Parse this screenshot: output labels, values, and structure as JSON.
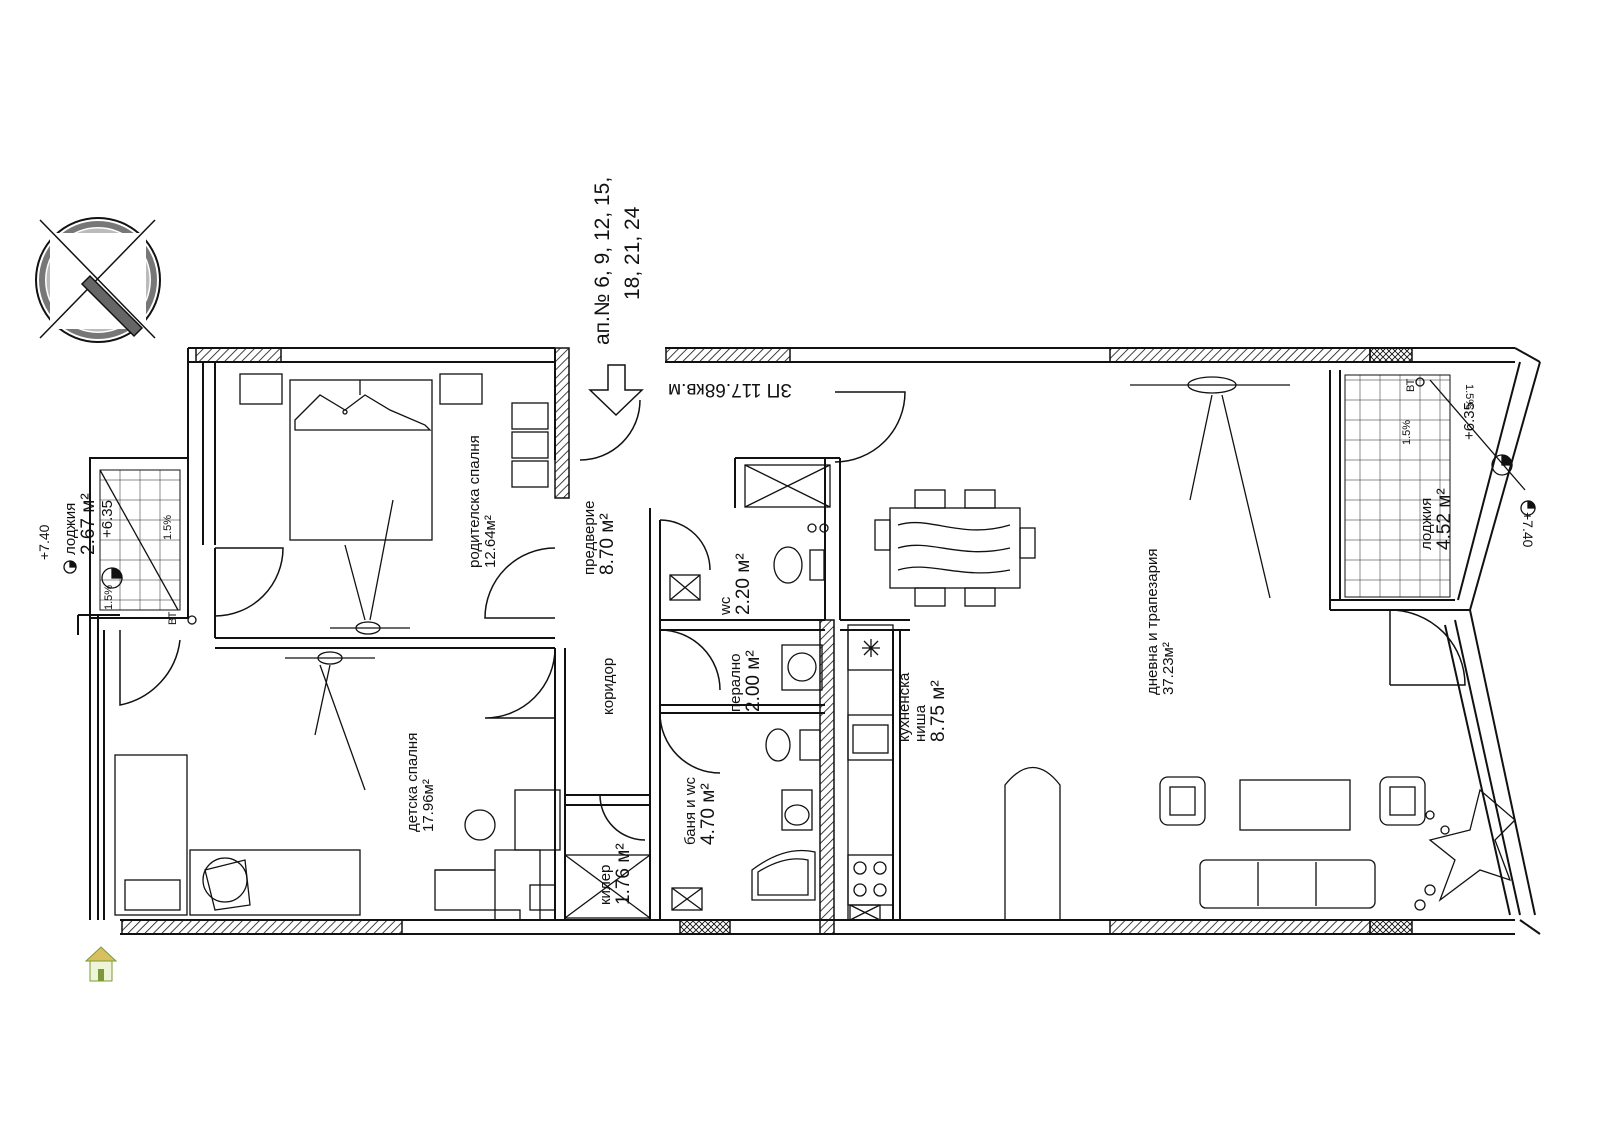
{
  "header": {
    "apartments_line1": "ап.№ 6, 9, 12, 15,",
    "apartments_line2": "18, 21, 24"
  },
  "gross_area": "ЗП 117.68кв.м",
  "rooms": {
    "parent_bedroom": {
      "name": "родителска спалня",
      "area": "12.64м²"
    },
    "hall": {
      "name": "предверие",
      "area": "8.70 м²"
    },
    "corridor": {
      "name": "коридор"
    },
    "kids_bedroom": {
      "name": "детска спалня",
      "area": "17.96м²"
    },
    "wc": {
      "name": "wc",
      "area": "2.20 м²"
    },
    "laundry": {
      "name": "перално",
      "area": "2.00 м²"
    },
    "bath": {
      "name": "баня и wc",
      "area": "4.70 м²"
    },
    "pantry": {
      "name": "килер",
      "area": "1.76 м²"
    },
    "kitchen": {
      "name1": "кухненска",
      "name2": "ниша",
      "area": "8.75 м²"
    },
    "living": {
      "name": "дневна и трапезария",
      "area": "37.23м²"
    },
    "loggia_left": {
      "name": "лоджия",
      "area": "2.67 м²"
    },
    "loggia_right": {
      "name": "лоджия",
      "area": "4.52 м²"
    }
  },
  "levels": {
    "loggia_left_floor": "+6.35",
    "loggia_left_rail": "+7.40",
    "loggia_right_floor": "+6.35",
    "loggia_right_rail": "+7.40"
  },
  "slopes": {
    "left_a": "1.5%",
    "left_b": "1.5%",
    "right_a": "1.5%",
    "right_b": "1.5%"
  },
  "markers": {
    "drain_left": "ВТ",
    "drain_right": "ВТ"
  },
  "colors": {
    "wall_fill": "#ffffff",
    "line": "#111111"
  }
}
